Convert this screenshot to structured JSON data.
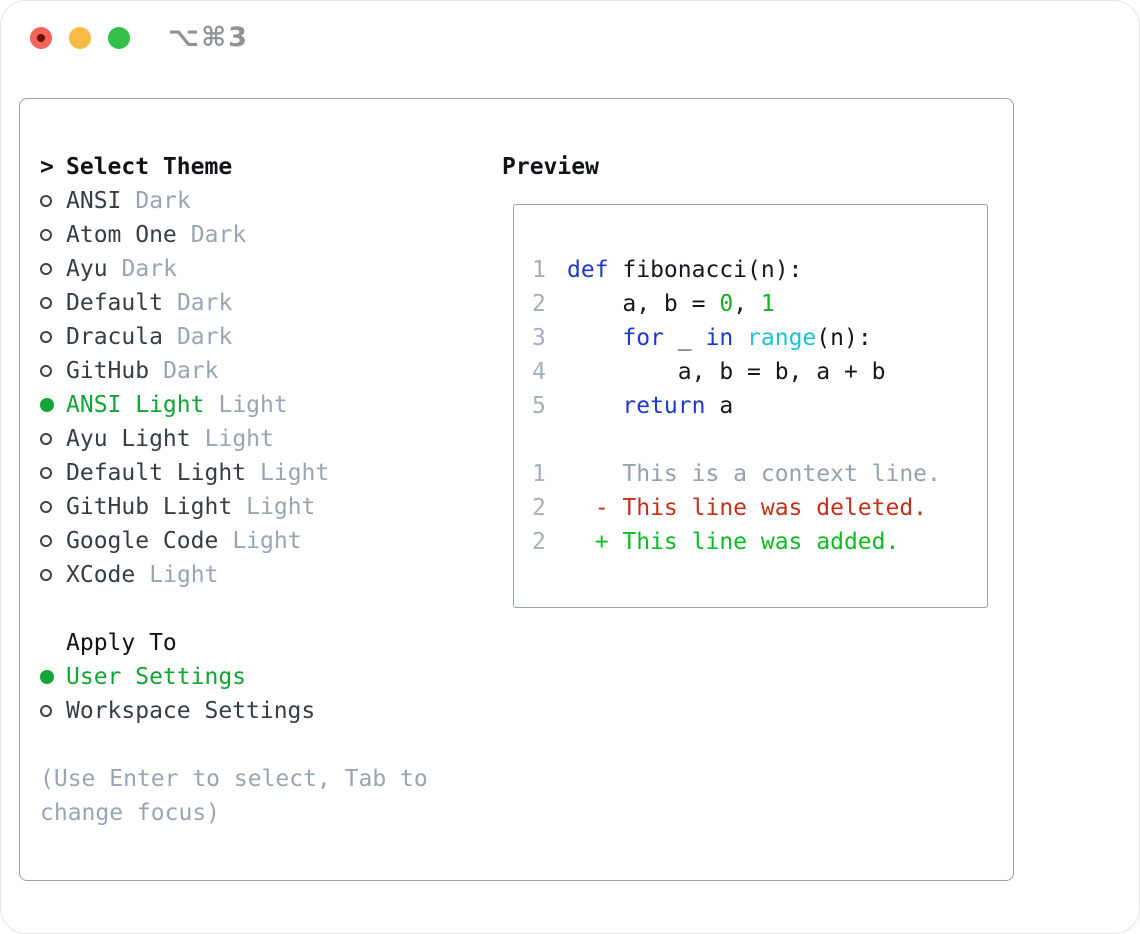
{
  "window": {
    "title": "⌥⌘3"
  },
  "colors": {
    "accent_green": "#12a434",
    "diff_added": "#0cbd22",
    "diff_deleted": "#c5301c",
    "diff_context": "#97a1ab",
    "code_keyword": "#1d39cc",
    "code_function": "#1fc3cd",
    "code_number": "#0cb31f",
    "code_text": "#15181c",
    "muted": "#9aa5b1",
    "line_number": "#a6afba",
    "text": "#373d45",
    "heading": "#101317",
    "border": "#98a2ad",
    "traffic_red": "#f2635a",
    "traffic_yellow": "#f6bb44",
    "traffic_green": "#32c146",
    "title_gray": "#8e9399"
  },
  "theme_picker": {
    "cursor": ">",
    "title": "Select Theme",
    "items": [
      {
        "label": "ANSI",
        "variant": "Dark",
        "selected": false
      },
      {
        "label": "Atom One",
        "variant": "Dark",
        "selected": false
      },
      {
        "label": "Ayu",
        "variant": "Dark",
        "selected": false
      },
      {
        "label": "Default",
        "variant": "Dark",
        "selected": false
      },
      {
        "label": "Dracula",
        "variant": "Dark",
        "selected": false
      },
      {
        "label": "GitHub",
        "variant": "Dark",
        "selected": false
      },
      {
        "label": "ANSI Light",
        "variant": "Light",
        "selected": true
      },
      {
        "label": "Ayu Light",
        "variant": "Light",
        "selected": false
      },
      {
        "label": "Default Light",
        "variant": "Light",
        "selected": false
      },
      {
        "label": "GitHub Light",
        "variant": "Light",
        "selected": false
      },
      {
        "label": "Google Code",
        "variant": "Light",
        "selected": false
      },
      {
        "label": "XCode",
        "variant": "Light",
        "selected": false
      }
    ]
  },
  "apply_to": {
    "title": "Apply To",
    "options": [
      {
        "label": "User Settings",
        "selected": true
      },
      {
        "label": "Workspace Settings",
        "selected": false
      }
    ]
  },
  "hint": {
    "line1": "(Use Enter to select, Tab to",
    "line2": "change focus)"
  },
  "preview": {
    "title": "Preview",
    "code_lines": [
      {
        "num": "1",
        "tokens": [
          {
            "text": "def",
            "style": "kw"
          },
          {
            "text": " fibonacci(n):",
            "style": "plain"
          }
        ]
      },
      {
        "num": "2",
        "tokens": [
          {
            "text": "    a, b = ",
            "style": "plain"
          },
          {
            "text": "0",
            "style": "num"
          },
          {
            "text": ", ",
            "style": "plain"
          },
          {
            "text": "1",
            "style": "num"
          }
        ]
      },
      {
        "num": "3",
        "tokens": [
          {
            "text": "    ",
            "style": "plain"
          },
          {
            "text": "for",
            "style": "kw"
          },
          {
            "text": " _ ",
            "style": "plain"
          },
          {
            "text": "in",
            "style": "kw"
          },
          {
            "text": " ",
            "style": "plain"
          },
          {
            "text": "range",
            "style": "fn"
          },
          {
            "text": "(n):",
            "style": "plain"
          }
        ]
      },
      {
        "num": "4",
        "tokens": [
          {
            "text": "        a, b = b, a + b",
            "style": "plain"
          }
        ]
      },
      {
        "num": "5",
        "tokens": [
          {
            "text": "    ",
            "style": "plain"
          },
          {
            "text": "return",
            "style": "kw"
          },
          {
            "text": " a",
            "style": "plain"
          }
        ]
      }
    ],
    "diff_lines": [
      {
        "num": "1",
        "text": "    This is a context line.",
        "type": "context"
      },
      {
        "num": "2",
        "text": "  - This line was deleted.",
        "type": "deleted"
      },
      {
        "num": "2",
        "text": "  + This line was added.",
        "type": "added"
      }
    ]
  }
}
